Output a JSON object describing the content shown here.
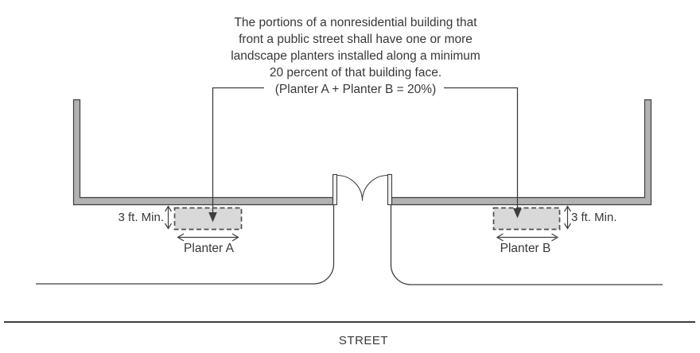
{
  "note": {
    "lines": [
      "The portions of a nonresidential building that",
      "front a public street shall have one or more",
      "landscape planters installed along a minimum",
      "20 percent of that building face.",
      "(Planter A + Planter B = 20%)"
    ]
  },
  "planter_a": {
    "label": "Planter A",
    "min_depth": "3 ft. Min."
  },
  "planter_b": {
    "label": "Planter B",
    "min_depth": "3 ft. Min."
  },
  "street": {
    "label": "STREET"
  },
  "colors": {
    "wall_fill": "#b2b2b2",
    "wall_stroke": "#3e3e3e",
    "jamb_fill": "#f0f0f0",
    "planter_fill": "#d9d9d9",
    "planter_stroke": "#4f4f4f",
    "line": "#3e3e3e",
    "text": "#383838"
  }
}
